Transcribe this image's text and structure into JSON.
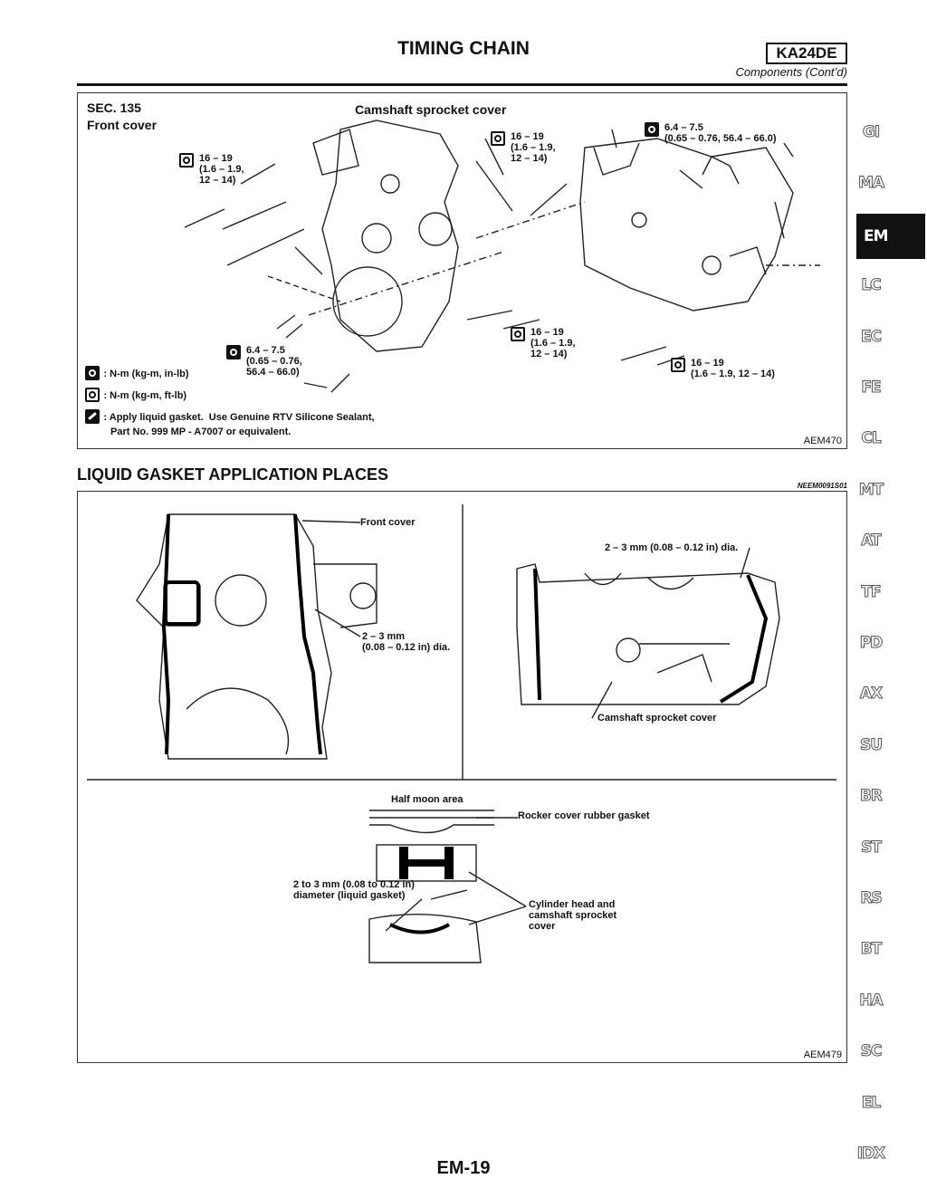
{
  "header": {
    "title": "TIMING CHAIN",
    "engine_code": "KA24DE",
    "subtitle": "Components (Cont’d)"
  },
  "figure1": {
    "sec": "SEC. 135",
    "front_cover": "Front cover",
    "camshaft_cover": "Camshaft sprocket cover",
    "torque_a": "16 – 19\n(1.6 – 1.9,\n12 – 14)",
    "torque_b": "16 – 19\n(1.6 – 1.9,\n12 – 14)",
    "torque_c": "6.4 – 7.5\n(0.65 – 0.76, 56.4 – 66.0)",
    "torque_d": "16 – 19\n(1.6 – 1.9,\n12 – 14)",
    "torque_e": "16 – 19\n(1.6 – 1.9, 12 – 14)",
    "torque_f": "6.4 – 7.5\n(0.65 – 0.76,\n56.4 – 66.0)",
    "legend_nm_inlb": ": N-m (kg-m, in-lb)",
    "legend_nm_ftlb": ": N-m (kg-m, ft-lb)",
    "legend_gasket_1": ": Apply liquid gasket.  Use Genuine RTV Silicone Sealant,",
    "legend_gasket_2": "Part No. 999 MP - A7007 or equivalent.",
    "fig_id": "AEM470"
  },
  "section": {
    "title": "LIQUID GASKET APPLICATION PLACES",
    "ref": "NEEM0091S01"
  },
  "figure2": {
    "front_cover": "Front cover",
    "bead_left": "2 – 3 mm\n(0.08 – 0.12 in) dia.",
    "bead_right": "2 – 3 mm (0.08 – 0.12 in) dia.",
    "camshaft_cover": "Camshaft sprocket cover",
    "half_moon": "Half moon area",
    "rocker_gasket": "Rocker cover rubber gasket",
    "bead_diameter": "2 to 3 mm (0.08 to 0.12 in)\ndiameter (liquid gasket)",
    "cyl_head": "Cylinder head and\ncamshaft sprocket\ncover",
    "fig_id": "AEM479"
  },
  "side_tabs": [
    "GI",
    "MA",
    "EM",
    "LC",
    "EC",
    "FE",
    "CL",
    "MT",
    "AT",
    "TF",
    "PD",
    "AX",
    "SU",
    "BR",
    "ST",
    "RS",
    "BT",
    "HA",
    "SC",
    "EL",
    "IDX"
  ],
  "active_tab": "EM",
  "page_number": "EM-19"
}
